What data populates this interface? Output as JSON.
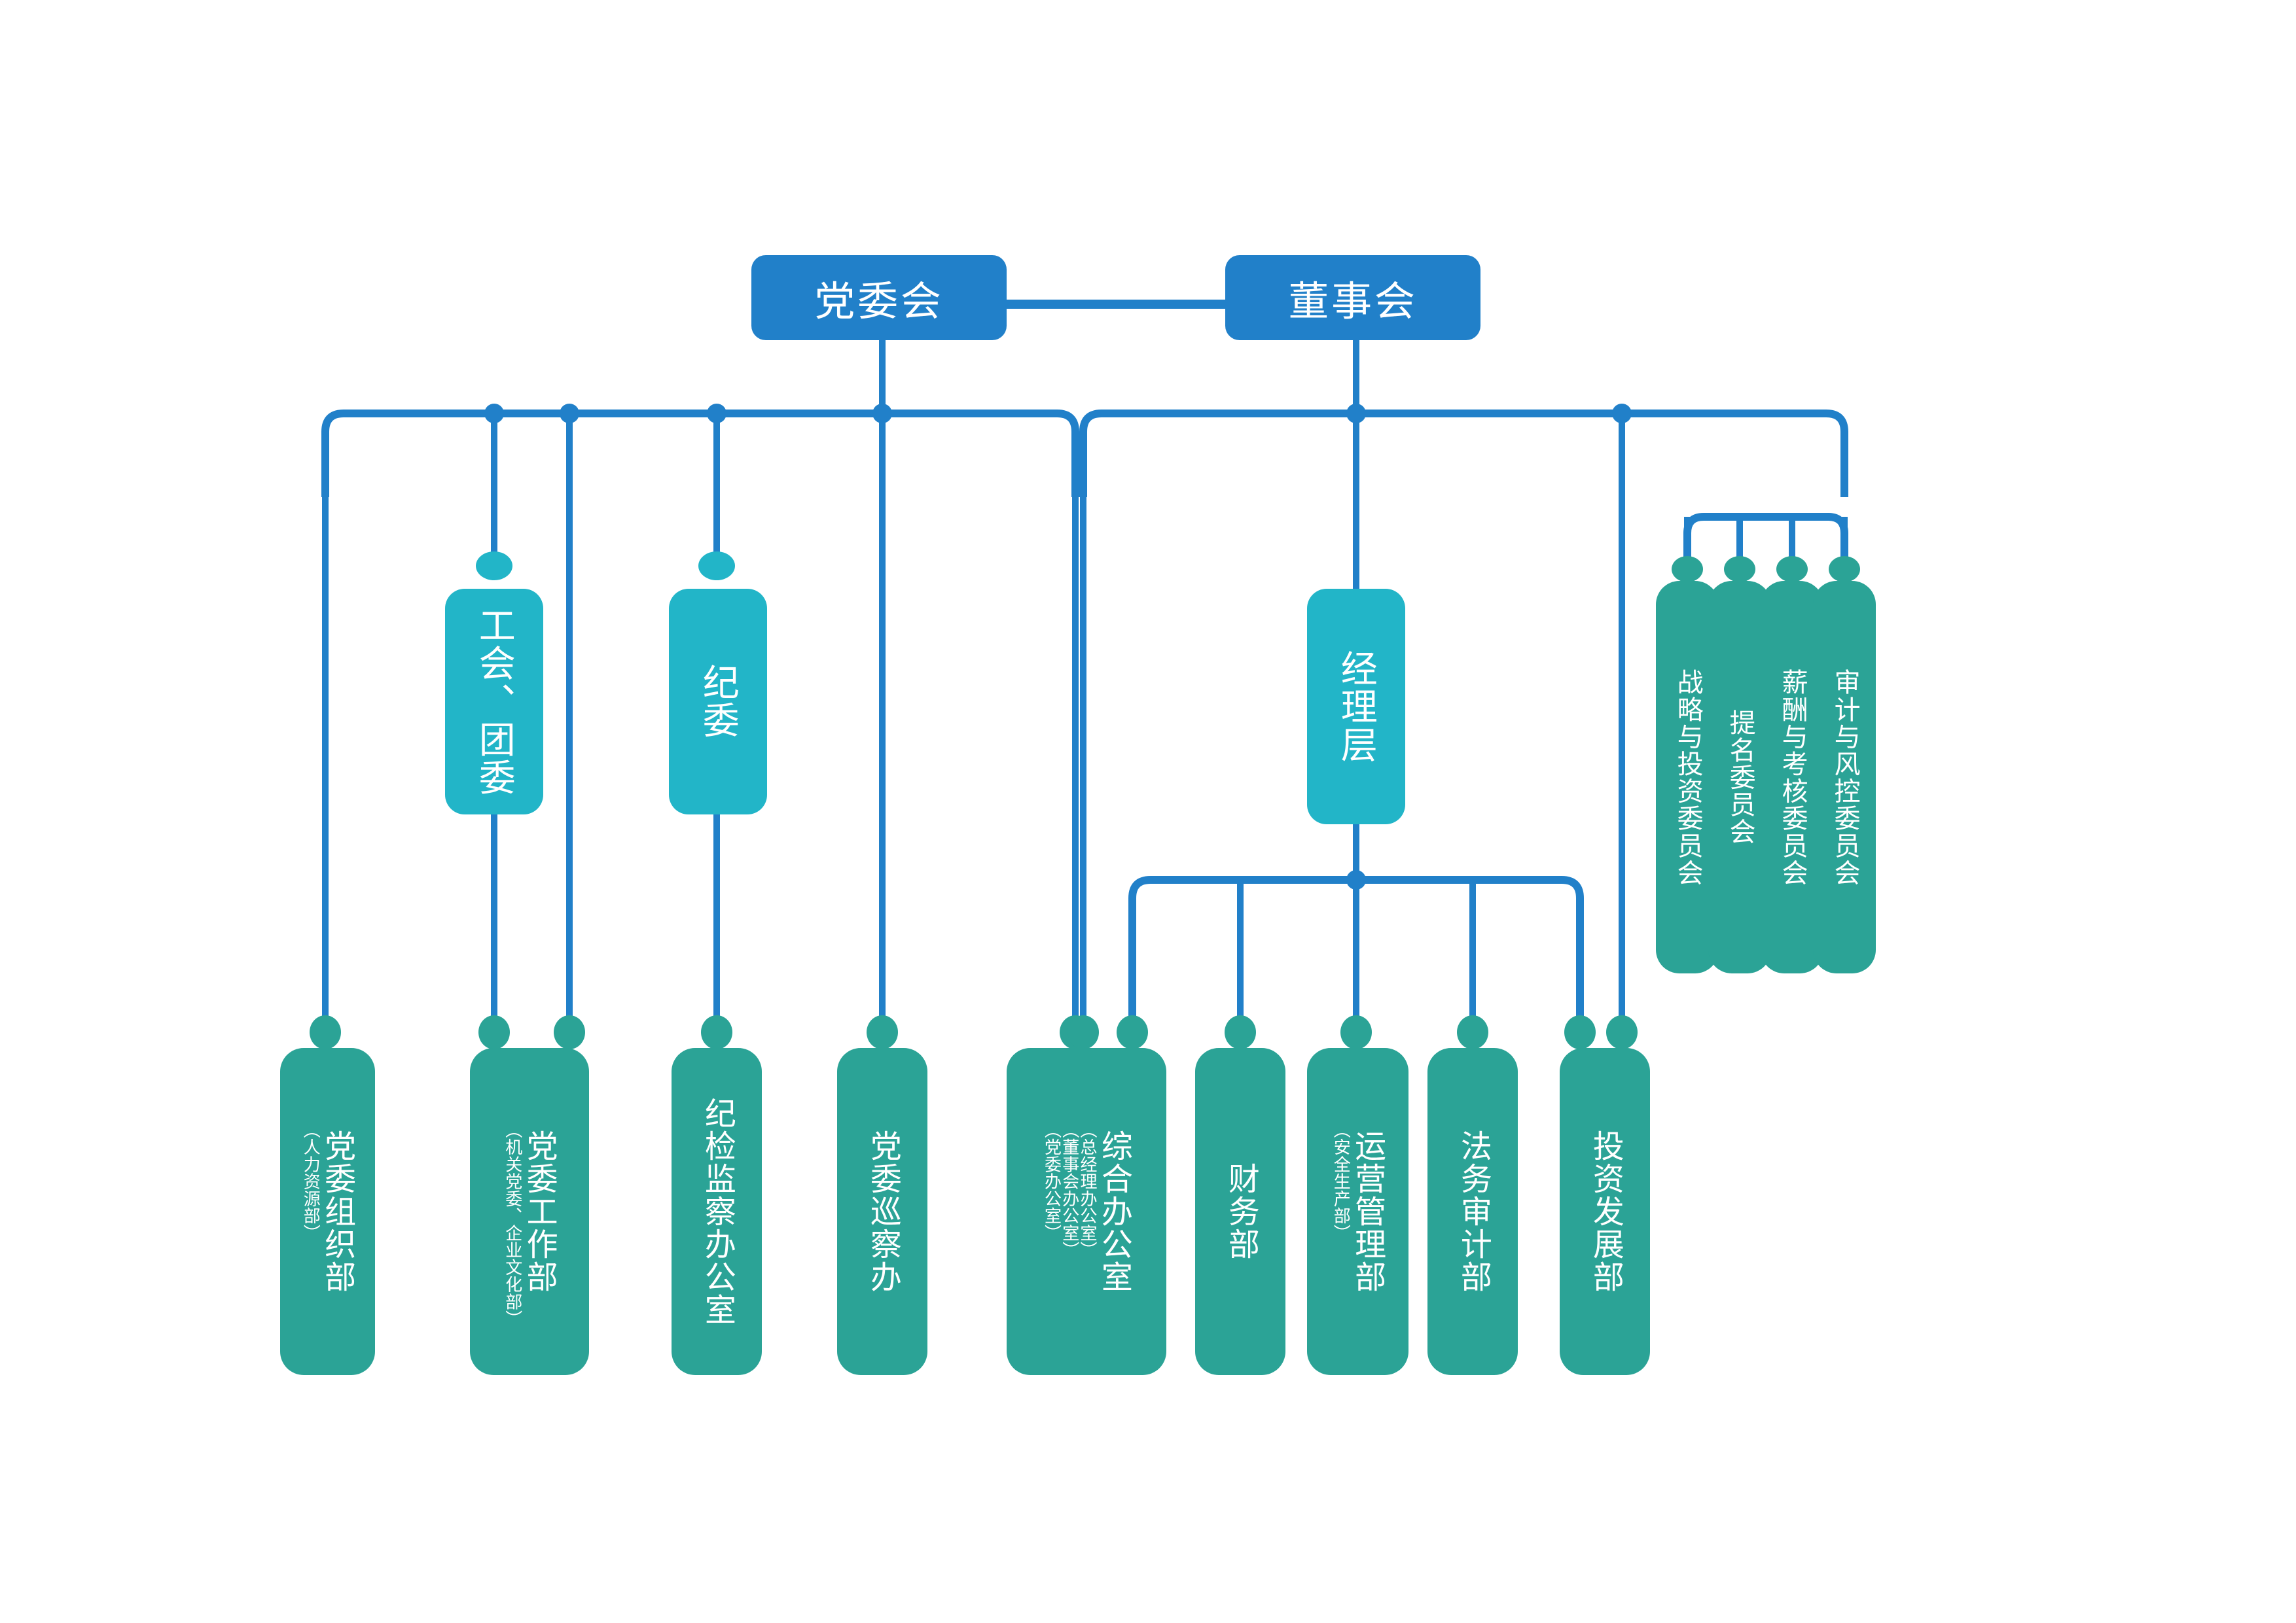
{
  "theme": {
    "background": "#ffffff",
    "top_level_color": "#2180c9",
    "second_level_color": "#22b5c8",
    "third_level_color": "#2ba396",
    "connector_color": "#2180c9",
    "text_color": "#ffffff"
  },
  "chart_title": "",
  "nodes": {
    "party_committee": {
      "label": "党委会",
      "sub": []
    },
    "board_of_directors": {
      "label": "董事会",
      "sub": []
    },
    "union_youth_league": {
      "label": "工会、团委",
      "sub": []
    },
    "discipline_committee": {
      "label": "纪委",
      "sub": []
    },
    "management_layer": {
      "label": "经理层",
      "sub": []
    },
    "strategy_investment_committee": {
      "label": "战略与投资委员会",
      "sub": []
    },
    "nomination_committee": {
      "label": "提名委员会",
      "sub": []
    },
    "remuneration_appraisal_committee": {
      "label": "薪酬与考核委员会",
      "sub": []
    },
    "audit_risk_committee": {
      "label": "审计与风控委员会",
      "sub": []
    },
    "party_org_dept": {
      "label": "党委组织部",
      "sub": [
        "（人力资源部）"
      ]
    },
    "party_work_dept": {
      "label": "党委工作部",
      "sub": [
        "（机关党委、企业文化部）"
      ]
    },
    "discipline_inspection_office": {
      "label": "纪检监察办公室",
      "sub": []
    },
    "party_inspection_office": {
      "label": "党委巡察办",
      "sub": []
    },
    "general_office": {
      "label": "综合办公室",
      "sub": [
        "（总经理办公室）",
        "（董事会办公室）",
        "（党委办公室）"
      ]
    },
    "finance_dept": {
      "label": "财务部",
      "sub": []
    },
    "operations_mgmt_dept": {
      "label": "运营管理部",
      "sub": [
        "（安全生产部）"
      ]
    },
    "legal_audit_dept": {
      "label": "法务审计部",
      "sub": []
    },
    "investment_dev_dept": {
      "label": "投资发展部",
      "sub": []
    }
  }
}
